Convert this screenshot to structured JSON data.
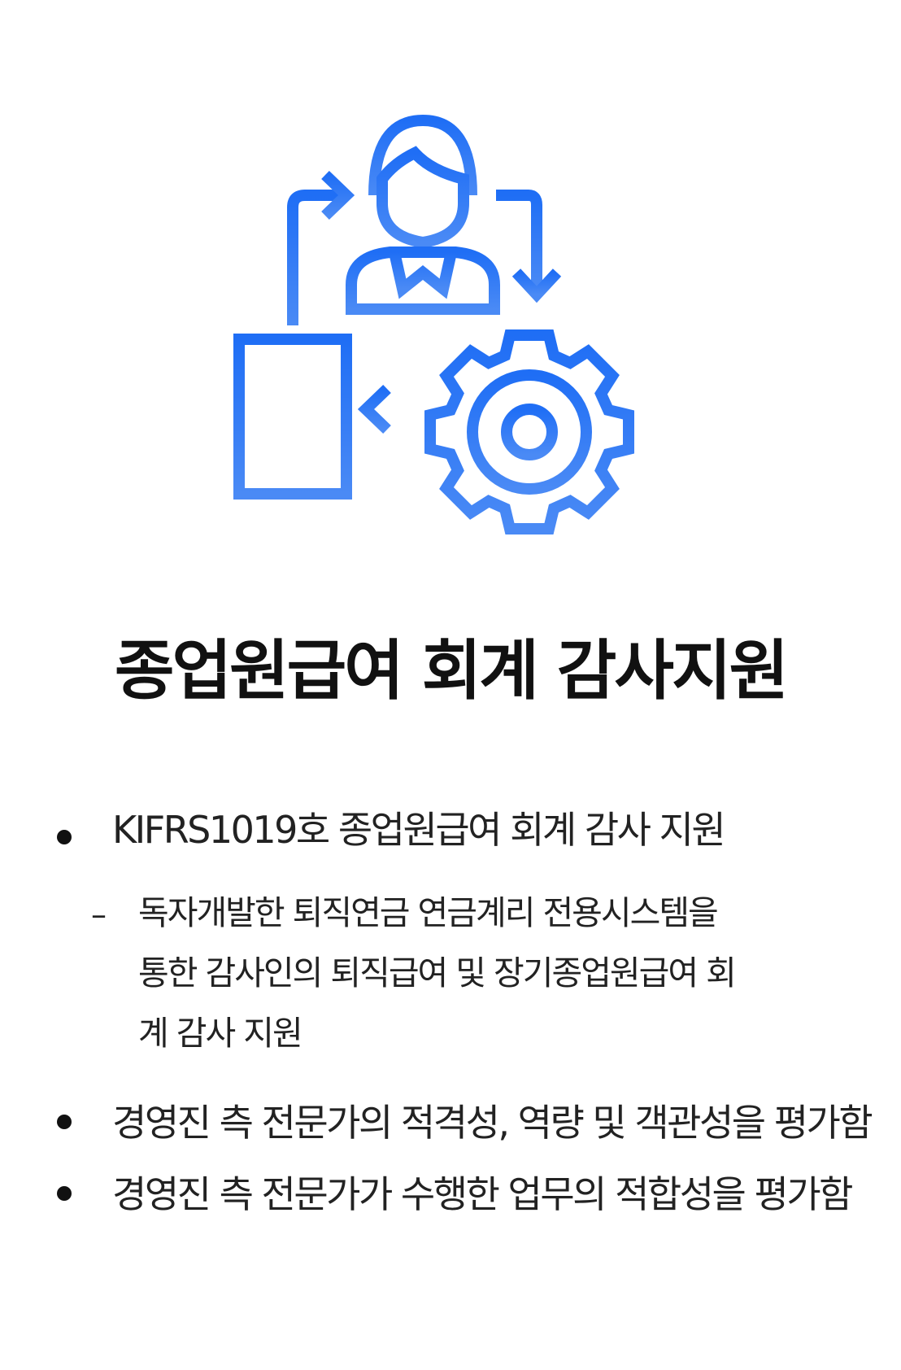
{
  "illustration": {
    "icon": "workflow-person-gear-document-icon",
    "color": "#3d7ef0"
  },
  "title": "종업원급여 회계 감사지원",
  "bullets": [
    {
      "text": "KIFRS1019호 종업원급여 회계 감사 지원",
      "sub": {
        "dash": "–",
        "lines": [
          "독자개발한 퇴직연금 연금계리 전용시스템을",
          "통한 감사인의 퇴직급여 및 장기종업원급여 회",
          "계 감사 지원"
        ]
      }
    },
    {
      "text": "경영진 측 전문가의 적격성, 역량 및 객관성을 평가함"
    },
    {
      "text": "경영진 측 전문가가 수행한 업무의 적합성을 평가함"
    }
  ]
}
